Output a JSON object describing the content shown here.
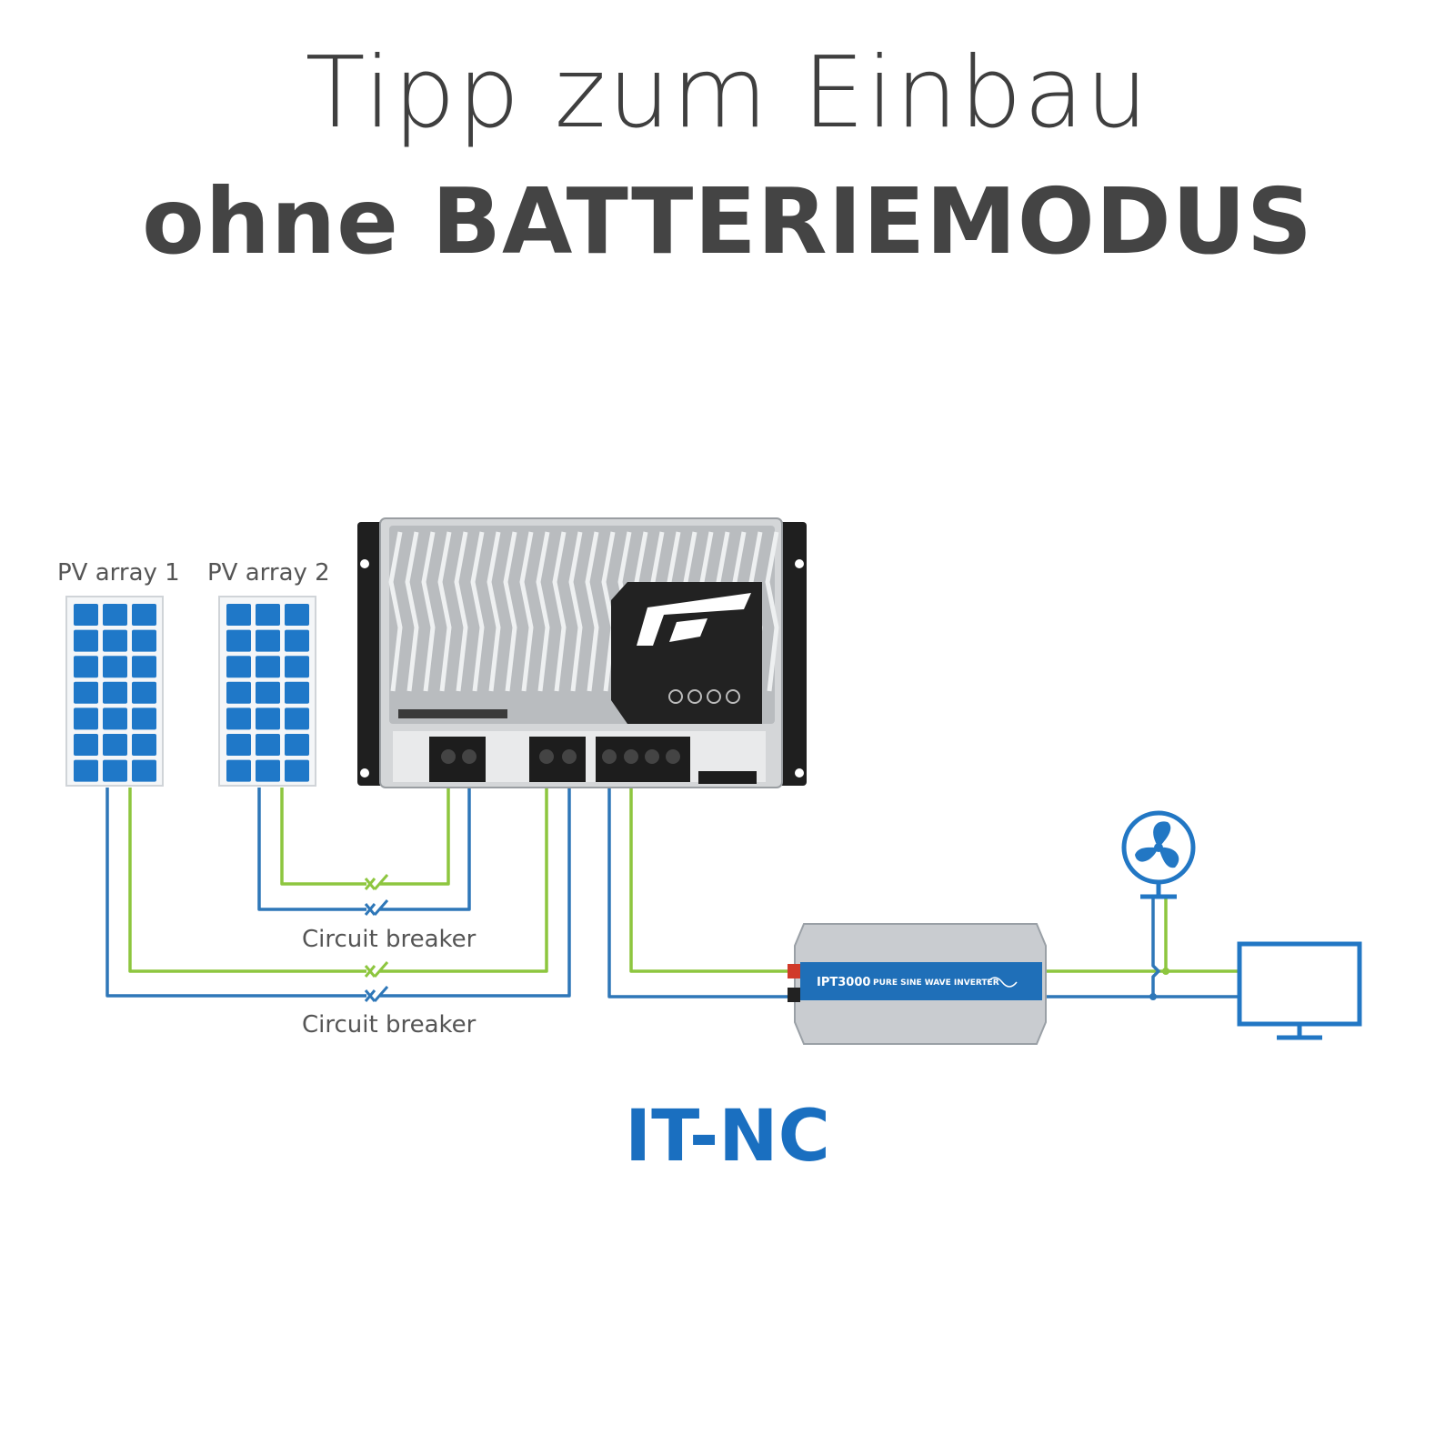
{
  "title": {
    "line1": "Tipp zum Einbau",
    "line2": "ohne BATTERIEMODUS"
  },
  "pv_arrays": [
    {
      "label": "PV array 1"
    },
    {
      "label": "PV array 2"
    }
  ],
  "breakers": [
    {
      "label": "Circuit breaker"
    },
    {
      "label": "Circuit breaker"
    }
  ],
  "inverter": {
    "model": "IPT3000",
    "caption": "PURE SINE WAVE INVERTER"
  },
  "mode": "IT-NC",
  "colors": {
    "positive_wire": "#8dc63f",
    "negative_wire": "#2e77b8",
    "panel_cell": "#1f78c8",
    "accent": "#1a6fc0",
    "title": "#444444"
  },
  "icons": [
    "solar-panel-icon",
    "controller-icon",
    "breaker-icon",
    "inverter-icon",
    "fan-icon",
    "monitor-icon"
  ]
}
